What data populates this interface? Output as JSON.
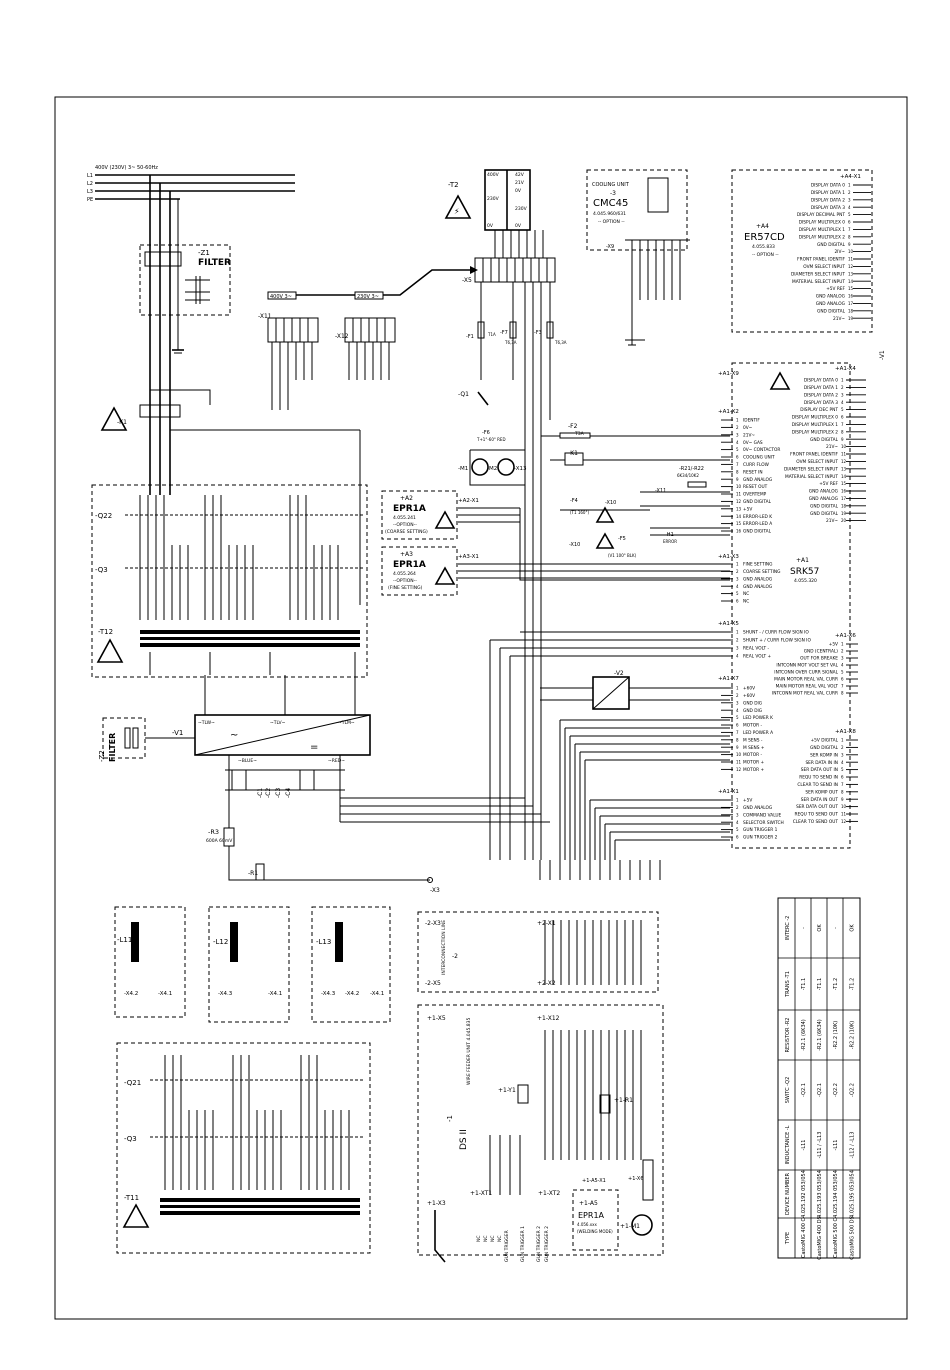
{
  "supply": {
    "label": "400V (230V) 3~ 50-60Hz",
    "lines": [
      "L1",
      "L2",
      "L3",
      "PE"
    ]
  },
  "components": {
    "z1": {
      "ref": "-Z1",
      "name": "FILTER"
    },
    "z2": {
      "ref": "-Z2",
      "name": "FILTER"
    },
    "t2": {
      "ref": "-T2",
      "taps": [
        "400V",
        "230V",
        "0V",
        "42V",
        "21V",
        "0V",
        "230V",
        "0V"
      ]
    },
    "x5": "-X5",
    "x11": "-X11",
    "x12": "-X12",
    "sel400": "400V 3~",
    "sel230": "230V 3~",
    "a3cool": {
      "title": "COOLING UNIT",
      "ref": "-3",
      "name": "CMC45",
      "part": "4.045.960/631",
      "opt": "-- OPTION --"
    },
    "a4": {
      "ref": "+A4",
      "name": "ER57CD",
      "part": "4.055.833",
      "opt": "-- OPTION --",
      "x1": "+A4-X1"
    },
    "a1": {
      "ref": "+A1",
      "name": "SRK57",
      "part": "4.055.320"
    },
    "a2": {
      "ref": "+A2",
      "name": "EPR1A",
      "part": "4.055.241",
      "opt": "--OPTION--",
      "sub": "(COARSE SETTING)",
      "x1": "+A2-X1"
    },
    "a3": {
      "ref": "+A3",
      "name": "EPR1A",
      "part": "4.055.264",
      "opt": "--OPTION--",
      "sub": "(FINE SETTING)",
      "x1": "+A3-X1"
    },
    "q22": "-Q22",
    "q3": "-Q3",
    "q21": "-Q21",
    "q3b": "-Q3",
    "t12": "-T12",
    "t11": "-T11",
    "k1": "-K1",
    "q1": "-Q1",
    "v1": "-V1",
    "v1r": "-V1",
    "v2": "-V2",
    "c": [
      "-C1",
      "-C2",
      "-C3",
      "-C4"
    ],
    "r3": {
      "ref": "-R3",
      "val": "600A 60mV"
    },
    "r1": "-R1",
    "f1": {
      "ref": "-F1",
      "val": "T1A"
    },
    "f3": {
      "ref": "-F3",
      "val": "T6,3A"
    },
    "f7": {
      "ref": "-F7",
      "val": "T6,3A"
    },
    "f2": {
      "ref": "-F2",
      "val": "T3A"
    },
    "f6": {
      "ref": "-F6",
      "val": "T+1°-60° RED"
    },
    "f4": {
      "ref": "-F4",
      "val": "(T1 160°)"
    },
    "f5": {
      "ref": "-F5",
      "val": "(V1 100° BLK)"
    },
    "m1": "-M1",
    "m2": "-M2",
    "k1b": "-K1",
    "r21": {
      "ref": "-R21/-R22",
      "val": "6K34/10K2"
    },
    "h1": {
      "ref": "-H1",
      "val": "ERROR"
    },
    "x10": "-X10",
    "x10b": "-X10",
    "x11b": "-X11",
    "x13": "-X13",
    "x9": "-X9",
    "ds": {
      "ref": "-1",
      "name": "DS II",
      "unit": "WIRE FEEDER UNIT 4.045.835",
      "x12": "+1-X12",
      "x2": "+1-X2",
      "x5": "+1-X5",
      "x3": "+1-X3",
      "x6": "+1-X6",
      "y1": "+1-Y1",
      "r1": "+1-R1",
      "m1": "+1-M1",
      "xt1": "+1-XT1",
      "xt2": "+1-XT2",
      "a5x": "+1-A5-X1"
    },
    "a5": {
      "ref": "+1-A5",
      "name": "EPR1A",
      "part": "4.056.xxx",
      "sub": "(WELDING MODE)"
    },
    "ic": {
      "ref": "-2",
      "name": "INTERCONNECTION LINE",
      "x1": "+2-X1",
      "x2": "+2-X2",
      "x3": "-2-X3",
      "x5": "-2-X5"
    },
    "x3": "-X3",
    "l11": "-L11",
    "l12": "-L12",
    "l13": "-L13",
    "lx": [
      "-X4.2",
      "-X4.1",
      "-X4.3",
      "-X4.1",
      "-X4.3",
      "-X4.2",
      "-X4.1"
    ]
  },
  "xt1_labels": [
    "NC",
    "NC",
    "NC",
    "NC",
    "GUN TRIGGER",
    "GUN TRIGGER 1"
  ],
  "xt2_labels": [
    "GUN TRIGGER 2",
    "GUN TRIGGER 2"
  ],
  "a4_x1": {
    "ref": "+A4-X1",
    "pins": [
      "DISPLAY DATA 0",
      "DISPLAY DATA 1",
      "DISPLAY DATA 2",
      "DISPLAY DATA 3",
      "DISPLAY DECIMAL PNT",
      "DISPLAY MULTIPLEX 0",
      "DISPLAY MULTIPLEX 1",
      "DISPLAY MULTIPLEX 2",
      "GND DIGITAL",
      "2IV~",
      "FRONT PANEL IDENTIF",
      "OVM SELECT INPUT",
      "DIAMETER SELECT INPUT",
      "MATERIAL SELECT INPUT",
      "+5V REF",
      "GND ANALOG",
      "GND ANALOG",
      "GND DIGITAL",
      "21V~"
    ]
  },
  "a1_x4": {
    "ref": "+A1-X4",
    "pins": [
      "DISPLAY DATA 0",
      "DISPLAY DATA 1",
      "DISPLAY DATA 2",
      "DISPLAY DATA 3",
      "DISPLAY DEC PNT",
      "DISPLAY MULTIPLEX 0",
      "DISPLAY MULTIPLEX 1",
      "DISPLAY MULTIPLEX 2",
      "GND DIGITAL",
      "21V~",
      "FRONT PANEL IDENTIF",
      "OVM SELECT INPUT",
      "DIAMETER SELECT INPUT",
      "MATERIAL SELECT INPUT",
      "+5V REF",
      "GND ANALOG",
      "GND ANALOG",
      "GND DIGITAL",
      "GND DIGITAL",
      "21V~"
    ]
  },
  "a1_x2": {
    "ref": "+A1-X2",
    "pins": [
      "IDENTIF",
      "0V~",
      "21V~",
      "0V~ GAS",
      "0V~ CONTACTOR",
      "COOLING UNIT",
      "CURR FLOW",
      "RESET IN",
      "GND ANALOG",
      "RESET OUT",
      "OVERTEMP",
      "GND DIGITAL",
      "+5V",
      "ERROR-LED K",
      "ERROR-LED A",
      "GND DIGITAL"
    ]
  },
  "a1_x3": {
    "ref": "+A1-X3",
    "pins": [
      "FINE SETTING",
      "COARSE SETTING",
      "GND ANALOG",
      "GND ANALOG",
      "NC",
      "NC"
    ]
  },
  "a1_x5": {
    "ref": "+A1-X5",
    "pins": [
      "SHUNT - / CURR FLOW SIGN IO",
      "SHUNT + / CURR FLOW SIGN IO",
      "REAL VOLT -",
      "REAL VOLT +"
    ]
  },
  "a1_x6": {
    "ref": "+A1-X6",
    "pins": [
      "+5V",
      "GND (CENTRAL)",
      "OUT FOR BREAKE",
      "INTCONN MOT VOLT SET VAL",
      "INTCONN OVER CURR SIGNAL",
      "MAIN MOTOR REAL VAL CURR",
      "MAIN MOTOR REAL VAL VOLT",
      "INTCONN MOT REAL VAL CURR"
    ]
  },
  "a1_x7": {
    "ref": "+A1-X7",
    "pins": [
      "+60V",
      "+60V",
      "GND DIG",
      "GND DIG",
      "LED POWER K",
      "MOTOR -",
      "LED POWER A",
      "M SENS -",
      "M SENS +",
      "MOTOR -",
      "MOTOR +",
      "MOTOR +"
    ]
  },
  "a1_x8": {
    "ref": "+A1-X8",
    "pins": [
      "+5V DIGITAL",
      "GND DIGITAL",
      "SER KOMP IN",
      "SER DATA IN IN",
      "SER DATA OUT IN",
      "REQU TO SEND IN",
      "CLEAR TO SEND IN",
      "SER KOMP OUT",
      "SER DATA IN OUT",
      "SER DATA OUT OUT",
      "REQU TO SEND OUT",
      "CLEAR TO SEND OUT"
    ]
  },
  "a1_x1": {
    "ref": "+A1-X1",
    "pins": [
      "+5V",
      "GND ANALOG",
      "COMMAND VALUE",
      "SELECTOR SWITCH",
      "GUN TRIGGER 1",
      "GUN TRIGGER 2"
    ]
  },
  "a1_x9": "+A1-X9",
  "v1_terms": [
    "~TLW~",
    "~TLV~",
    "~TLM~",
    "~BLUE~",
    "~RED~"
  ],
  "table": {
    "headers": [
      "TYPE",
      "DEVICE NUMBER",
      "INDUCTANCE -L",
      "SWITC -Q2",
      "RESISTOR -R2",
      "TRANS -T1",
      "INTERC -2"
    ],
    "rows": [
      [
        "CastoMIG 400 C",
        "4.025.192 053/054",
        "-L11",
        "-Q2.1",
        "-R2.1 (6K34)",
        "-T1.1",
        "-"
      ],
      [
        "CastoMIG 400 DS",
        "4.025.193 053/054",
        "-L11 / -L13",
        "-Q2.1",
        "-R2.1 (6K34)",
        "-T1.1",
        "OK"
      ],
      [
        "CastoMIG 500 C",
        "4.025.194 053/054",
        "-L11",
        "-Q2.2",
        "-R2.2 (10K)",
        "-T1.2",
        "-"
      ],
      [
        "CastoMIG 500 DS",
        "4.025.195 053/054",
        "-L12 / -L13",
        "-Q2.2",
        "-R2.2 (10K)",
        "-T1.2",
        "OK"
      ]
    ]
  }
}
